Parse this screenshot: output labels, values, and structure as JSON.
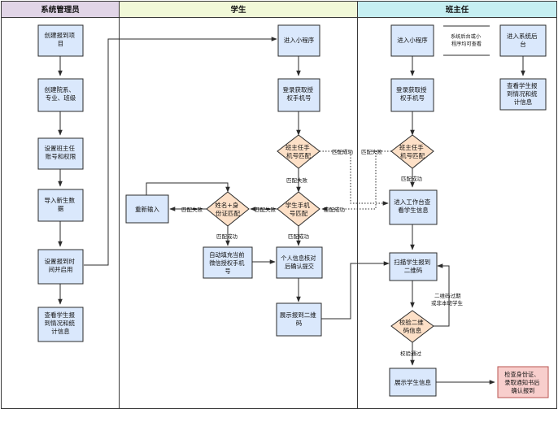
{
  "colors": {
    "admin_header": "#e1d5e7",
    "student_header": "#f1f8d8",
    "teacher_header": "#c6eff2",
    "box_fill": "#dae8fc",
    "box_stroke": "#2b2b2b",
    "diamond_fill": "#fde0c7",
    "highlight_fill": "#f8cecc",
    "highlight_stroke": "#b85450",
    "line": "#2b2b2b",
    "frame": "#3a3a3a"
  },
  "lanes": {
    "admin": "系统管理员",
    "student": "学生",
    "teacher": "班主任"
  },
  "admin": {
    "create_project": [
      "创建报到项",
      "目"
    ],
    "create_org": [
      "创建院系、",
      "专业、班级"
    ],
    "set_teacher": [
      "设置班主任",
      "账号和权限"
    ],
    "import_students": [
      "导入新生数",
      "据"
    ],
    "set_time": [
      "设置报到时",
      "间并启用"
    ],
    "view_stats": [
      "查看学生报",
      "到情况和统",
      "计信息"
    ]
  },
  "student": {
    "enter_app": [
      "进入小程序"
    ],
    "login_phone": [
      "登录获取授",
      "权手机号"
    ],
    "teacher_phone_match": [
      "班主任手",
      "机号匹配"
    ],
    "student_phone_match": [
      "学生手机",
      "号匹配"
    ],
    "name_id_match": [
      "姓名+身",
      "份证匹配"
    ],
    "reenter": [
      "重新输入"
    ],
    "autofill": [
      "自动填充当前",
      "微信授权手机",
      "号"
    ],
    "verify_submit": [
      "个人信息核对",
      "后确认提交"
    ],
    "show_qr": [
      "展示报到二维",
      "码"
    ]
  },
  "teacher": {
    "enter_app": [
      "进入小程序"
    ],
    "note": [
      "系统后台或小",
      "程序均可查看"
    ],
    "enter_backend": [
      "进入系统后",
      "台"
    ],
    "login_phone": [
      "登录获取授",
      "权手机号"
    ],
    "view_stats": [
      "查看学生报",
      "到情况和统",
      "计信息"
    ],
    "teacher_phone_match": [
      "班主任手",
      "机号匹配"
    ],
    "workbench": [
      "进入工作台查",
      "看学生信息"
    ],
    "scan_qr": [
      "扫描学生报到",
      "二维码"
    ],
    "check_qr": [
      "校验二维",
      "码信息"
    ],
    "show_info": [
      "展示学生信息"
    ],
    "check_id": [
      "检查身份证、",
      "录取通知书后",
      "确认报到"
    ]
  },
  "labels": {
    "match_fail": "匹配失败",
    "match_success": "匹配成功",
    "qr_expired": [
      "二维码过期",
      "或非本班学生"
    ],
    "verify_pass": "校验通过"
  }
}
